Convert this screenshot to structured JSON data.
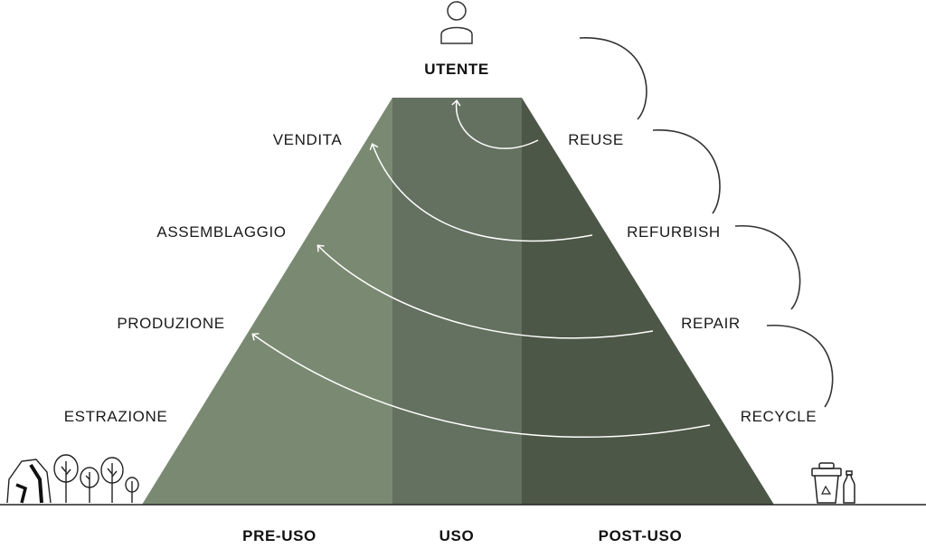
{
  "colors": {
    "left_section": "#7a8a72",
    "middle_section": "#647060",
    "right_section": "#4c5747",
    "ink": "#1a1a1a",
    "arrow": "#ffffff",
    "ground": "#222222"
  },
  "top": {
    "user_label": "UTENTE",
    "icon": "person-icon"
  },
  "left_stages": [
    "VENDITA",
    "ASSEMBLAGGIO",
    "PRODUZIONE",
    "ESTRAZIONE"
  ],
  "right_stages": [
    "REUSE",
    "REFURBISH",
    "REPAIR",
    "RECYCLE"
  ],
  "sections": [
    "PRE-USO",
    "USO",
    "POST-USO"
  ],
  "icons": {
    "left_ground": "rocks-and-trees-icon",
    "right_ground": "recycling-bin-icon"
  }
}
